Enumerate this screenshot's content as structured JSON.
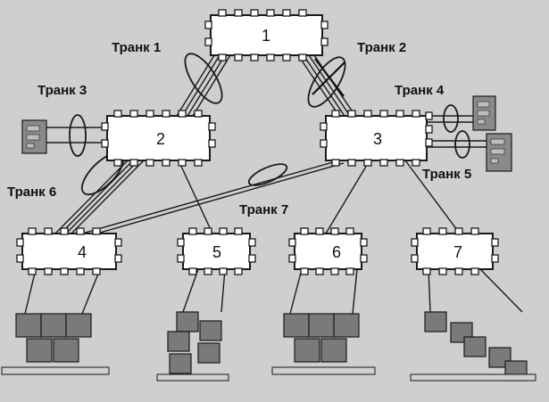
{
  "switches": [
    {
      "id": "s1",
      "label": "1"
    },
    {
      "id": "s2",
      "label": "2"
    },
    {
      "id": "s3",
      "label": "3"
    },
    {
      "id": "s4",
      "label": "4"
    },
    {
      "id": "s5",
      "label": "5"
    },
    {
      "id": "s6",
      "label": "6"
    },
    {
      "id": "s7",
      "label": "7"
    }
  ],
  "trunks": [
    {
      "id": "t1",
      "label": "Транк 1",
      "blocked": false
    },
    {
      "id": "t2",
      "label": "Транк 2",
      "blocked": true
    },
    {
      "id": "t3",
      "label": "Транк 3",
      "blocked": false
    },
    {
      "id": "t4",
      "label": "Транк 4",
      "blocked": false
    },
    {
      "id": "t5",
      "label": "Транк 5",
      "blocked": false
    },
    {
      "id": "t6",
      "label": "Транк 6",
      "blocked": false
    },
    {
      "id": "t7",
      "label": "Транк 7",
      "blocked": false
    }
  ],
  "colors": {
    "background": "#cfcfcf",
    "switch_fill": "#ffffff",
    "line": "#1a1a1a"
  }
}
